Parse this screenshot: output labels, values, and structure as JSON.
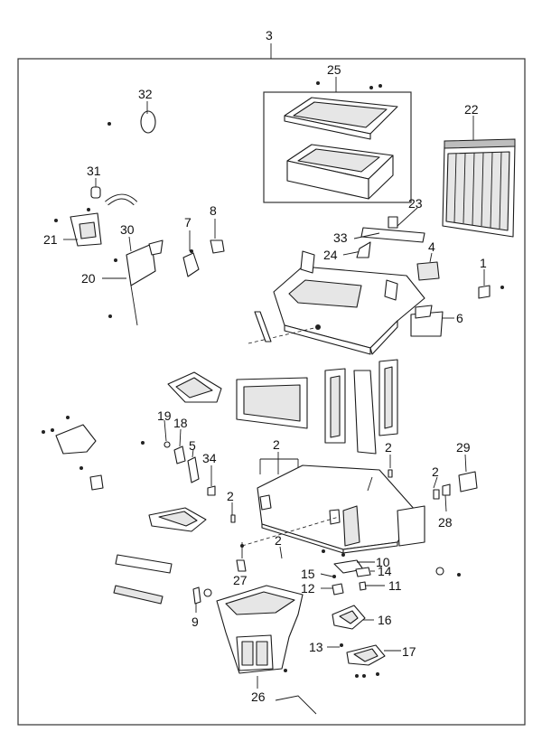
{
  "diagram": {
    "assembly_label": "3",
    "callouts": {
      "c1": "1",
      "c2a": "2",
      "c2b": "2",
      "c2c": "2",
      "c2d": "2",
      "c2e": "2",
      "c4": "4",
      "c5": "5",
      "c6": "6",
      "c7": "7",
      "c8": "8",
      "c9": "9",
      "c10": "10",
      "c11": "11",
      "c12": "12",
      "c13": "13",
      "c14": "14",
      "c15": "15",
      "c16": "16",
      "c17": "17",
      "c18": "18",
      "c19": "19",
      "c20": "20",
      "c21": "21",
      "c22": "22",
      "c23": "23",
      "c24": "24",
      "c25": "25",
      "c26": "26",
      "c27": "27",
      "c28": "28",
      "c29": "29",
      "c30": "30",
      "c31": "31",
      "c32": "32",
      "c33": "33",
      "c34": "34"
    }
  }
}
